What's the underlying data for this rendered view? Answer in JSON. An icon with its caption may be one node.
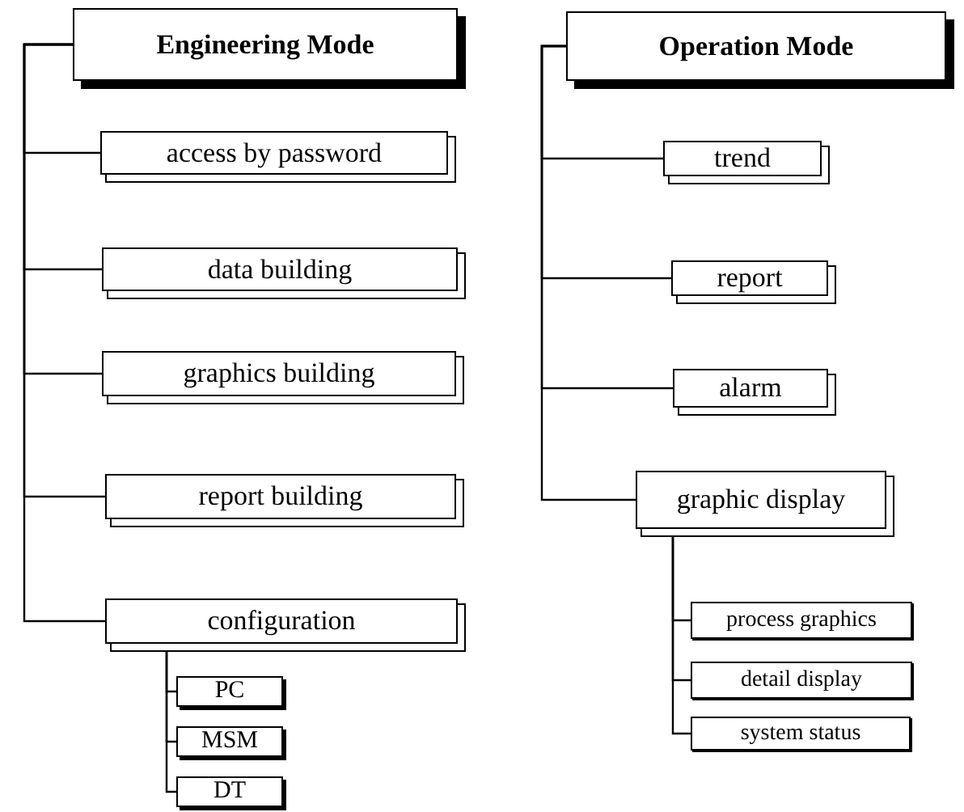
{
  "diagram": {
    "nodes": [
      {
        "text": [
          "Engineering Mode"
        ]
      },
      {
        "text": [
          "access by password"
        ]
      },
      {
        "text": [
          "data building"
        ]
      },
      {
        "text": [
          "graphics building"
        ]
      },
      {
        "text": [
          "report building"
        ]
      },
      {
        "text": [
          "configuration"
        ]
      },
      {
        "text": [
          "PC"
        ]
      },
      {
        "text": [
          "MSM"
        ]
      },
      {
        "text": [
          "DT"
        ]
      },
      {
        "text": [
          "Operation Mode"
        ]
      },
      {
        "text": [
          "trend"
        ]
      },
      {
        "text": [
          "report"
        ]
      },
      {
        "text": [
          "alarm"
        ]
      },
      {
        "text": [
          "graphic display"
        ]
      },
      {
        "text": [
          "process graphics"
        ]
      },
      {
        "text": [
          "detail display"
        ]
      },
      {
        "text": [
          "system status"
        ]
      }
    ],
    "edges": [
      {
        "from": 0,
        "to": 1,
        "arrow": "none"
      },
      {
        "from": 0,
        "to": 2,
        "arrow": "none"
      },
      {
        "from": 0,
        "to": 3,
        "arrow": "none"
      },
      {
        "from": 0,
        "to": 4,
        "arrow": "none"
      },
      {
        "from": 0,
        "to": 5,
        "arrow": "none"
      },
      {
        "from": 5,
        "to": 6,
        "arrow": "none"
      },
      {
        "from": 5,
        "to": 7,
        "arrow": "none"
      },
      {
        "from": 5,
        "to": 8,
        "arrow": "none"
      },
      {
        "from": 9,
        "to": 10,
        "arrow": "none"
      },
      {
        "from": 9,
        "to": 11,
        "arrow": "none"
      },
      {
        "from": 9,
        "to": 12,
        "arrow": "none"
      },
      {
        "from": 9,
        "to": 13,
        "arrow": "none"
      },
      {
        "from": 13,
        "to": 14,
        "arrow": "none"
      },
      {
        "from": 13,
        "to": 15,
        "arrow": "none"
      },
      {
        "from": 13,
        "to": 16,
        "arrow": "none"
      }
    ]
  }
}
